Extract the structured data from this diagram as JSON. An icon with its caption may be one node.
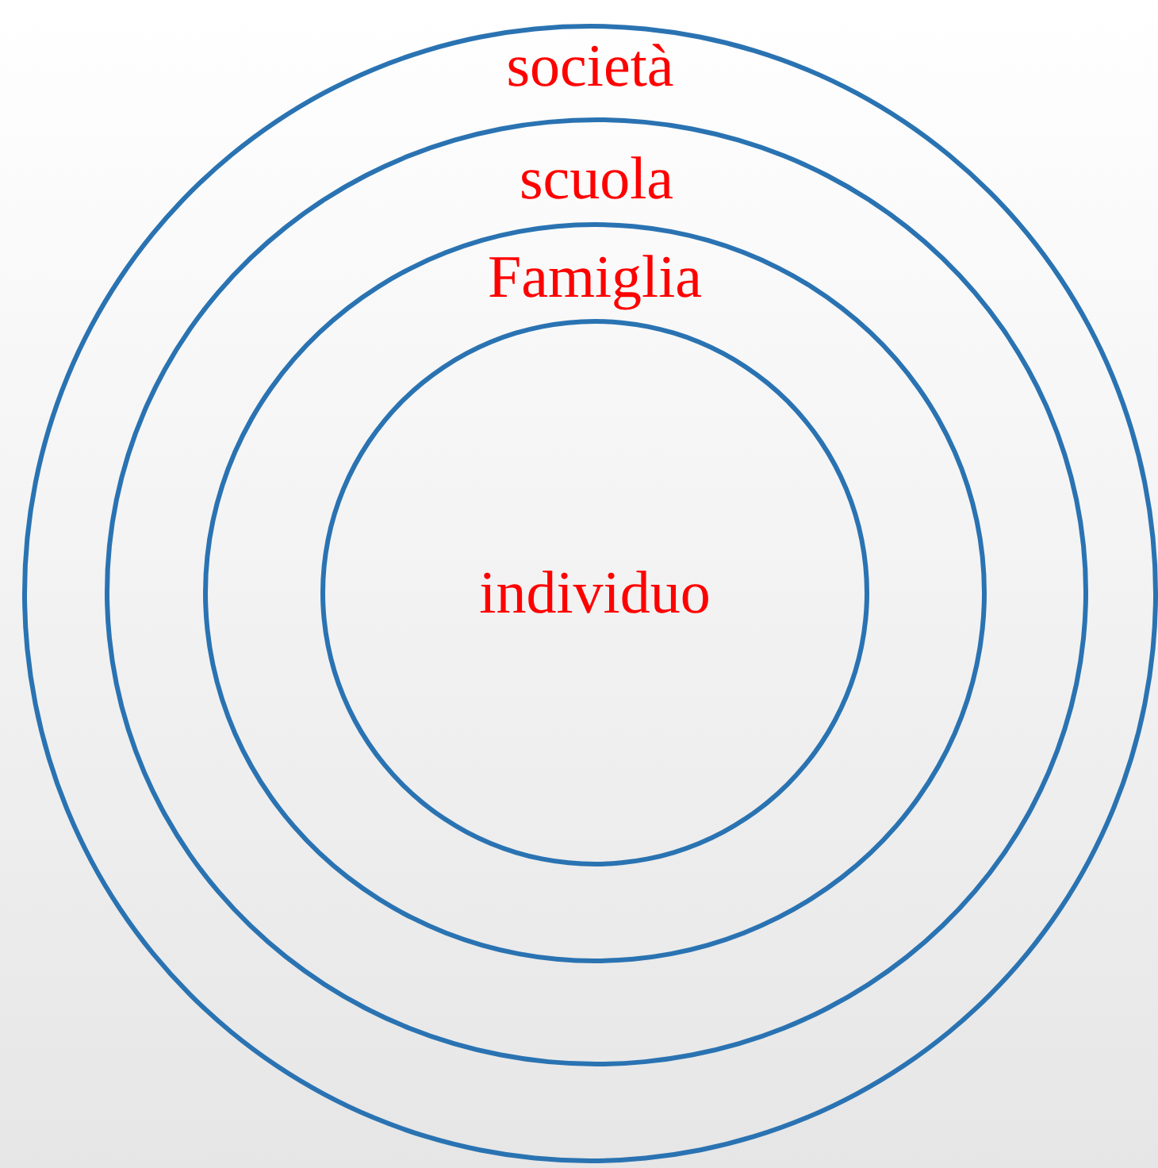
{
  "diagram": {
    "nodes": [
      {
        "text": [
          "società"
        ]
      },
      {
        "text": [
          "scuola"
        ],
        "in": 0
      },
      {
        "text": [
          "Famiglia"
        ],
        "in": 1
      },
      {
        "text": [
          "individuo"
        ],
        "in": 2
      }
    ]
  }
}
